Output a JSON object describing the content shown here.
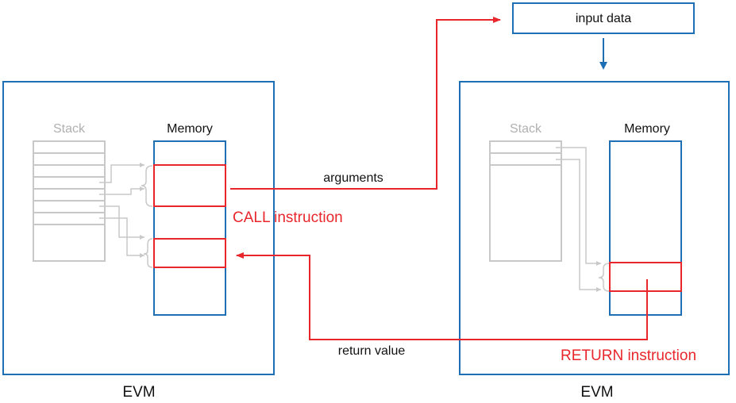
{
  "input_box": {
    "label": "input data"
  },
  "evm_left": {
    "caption": "EVM",
    "stack_label": "Stack",
    "memory_label": "Memory"
  },
  "evm_right": {
    "caption": "EVM",
    "stack_label": "Stack",
    "memory_label": "Memory"
  },
  "annotations": {
    "arguments": "arguments",
    "call_instruction": "CALL instruction",
    "return_value": "return value",
    "return_instruction": "RETURN instruction"
  },
  "colors": {
    "frame_blue": "#1f6fb5",
    "highlight_red": "#e8262b",
    "stack_gray": "#c8c8c8",
    "stack_label_gray": "#b0b0b0"
  }
}
